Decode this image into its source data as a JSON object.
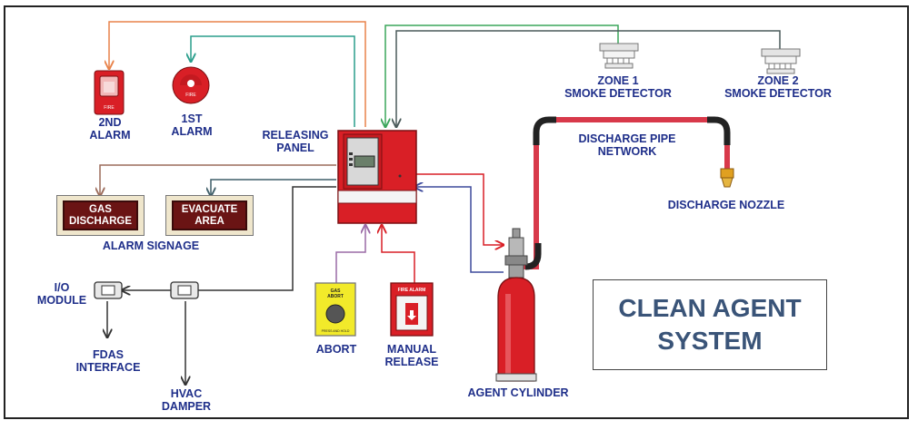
{
  "title_line1": "CLEAN AGENT",
  "title_line2": "SYSTEM",
  "labels": {
    "alarm2_line1": "2ND",
    "alarm2_line2": "ALARM",
    "alarm1_line1": "1ST",
    "alarm1_line2": "ALARM",
    "panel_line1": "RELEASING",
    "panel_line2": "PANEL",
    "zone1_line1": "ZONE  1",
    "zone1_line2": "SMOKE DETECTOR",
    "zone2_line1": "ZONE  2",
    "zone2_line2": "SMOKE DETECTOR",
    "pipe_line1": "DISCHARGE PIPE",
    "pipe_line2": "NETWORK",
    "nozzle": "DISCHARGE NOZZLE",
    "alarm_signage": "ALARM  SIGNAGE",
    "io_line1": "I/O",
    "io_line2": "MODULE",
    "fdas_line1": "FDAS",
    "fdas_line2": "INTERFACE",
    "hvac_line1": "HVAC",
    "hvac_line2": "DAMPER",
    "abort": "ABORT",
    "manual_line1": "MANUAL",
    "manual_line2": "RELEASE",
    "cylinder": "AGENT  CYLINDER"
  },
  "signs": {
    "gas_line1": "GAS",
    "gas_line2": "DISCHARGE",
    "evac_line1": "EVACUATE",
    "evac_line2": "AREA"
  },
  "devices": {
    "alarm1_text": "FIRE",
    "alarm2_text": "FIRE",
    "abort_line1": "GAS",
    "abort_line2": "ABORT",
    "abort_small": "PRESS AND HOLD",
    "manual_top": "FIRE ALARM"
  },
  "colors": {
    "label_blue": "#1f2f8a",
    "panel_red": "#d91f26",
    "orange_wire": "#e8824a",
    "teal_wire": "#2a9e8c",
    "green_wire": "#3aa55a",
    "gray_wire": "#4a5a5a",
    "brown_wire": "#9b6b5a",
    "slate_wire": "#3f5e68",
    "purple_wire": "#9a6aa6",
    "navy_wire": "#3d4a9c"
  }
}
